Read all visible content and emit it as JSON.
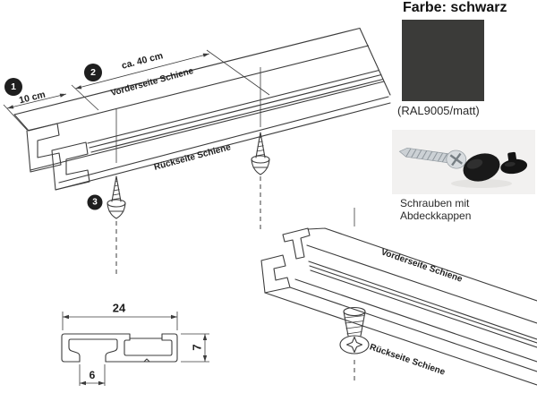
{
  "colors": {
    "line": "#3c3c3c",
    "swatch": "#3b3b39",
    "callout_bg": "#1e1e1e",
    "photo_bg": "#f2f1f0"
  },
  "top_drawing": {
    "callout_1": "1",
    "callout_2": "2",
    "callout_3": "3",
    "dim_left": "10 cm",
    "dim_right": "ca. 40 cm",
    "label_front": "Vorderseite Schiene",
    "label_back": "Rückseite Schiene"
  },
  "color_panel": {
    "heading": "Farbe: schwarz",
    "ral_note": "(RAL9005/matt)",
    "screws_caption": "Schrauben mit Abdeckkappen"
  },
  "cross_section": {
    "width_label": "24",
    "height_label": "7",
    "slot_label": "6"
  },
  "detail_drawing": {
    "label_front": "Vorderseite Schiene",
    "label_back": "Rückseite Schiene"
  }
}
